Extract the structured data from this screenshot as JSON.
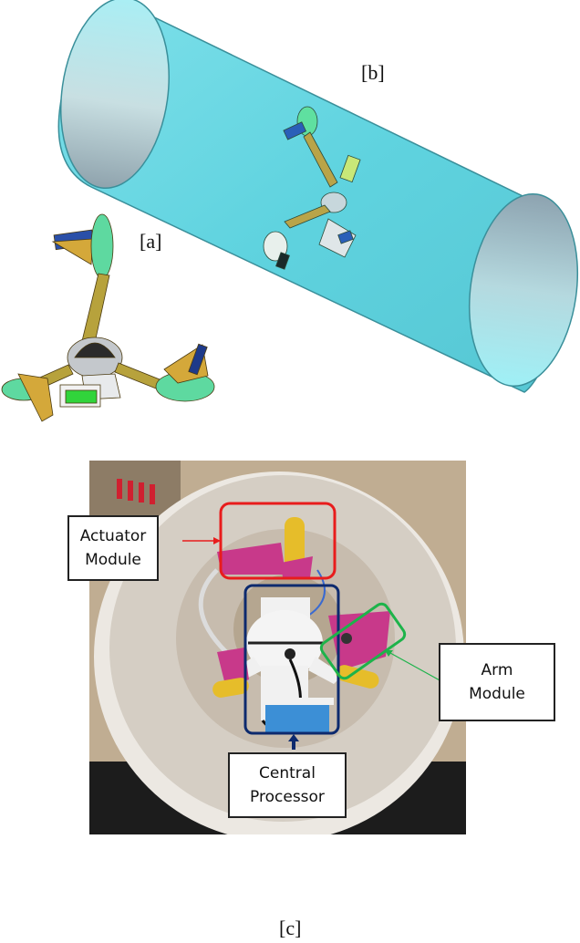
{
  "figure": {
    "panels": [
      {
        "id": "a",
        "label": "[a]",
        "description": "CAD model of three-armed pipe robot"
      },
      {
        "id": "b",
        "label": "[b]",
        "description": "CAD model of robot inside transparent cyan pipe"
      },
      {
        "id": "c",
        "label": "[c]",
        "description": "Photograph of prototype robot inside white pipe"
      }
    ],
    "callouts": {
      "actuator": {
        "line1": "Actuator",
        "line2": "Module",
        "color": "#e02020"
      },
      "arm": {
        "line1": "Arm",
        "line2": "Module",
        "color": "#1db34a"
      },
      "processor": {
        "line1": "Central",
        "line2": "Processor",
        "color": "#0d2a6e"
      }
    },
    "colors": {
      "pipe_cad": "#5fd3df",
      "pipe_edge": "#3a8f9a",
      "wheel_green": "#59d9a0",
      "arm_gold": "#c9a33a",
      "body_grey": "#b8bcc2",
      "photo_pipe": "#dcd5cc",
      "photo_bg": "#b9a58d",
      "magenta_part": "#c8398a",
      "yellow_wheel": "#e6bd2a",
      "battery_blue": "#3c8fd6"
    }
  }
}
